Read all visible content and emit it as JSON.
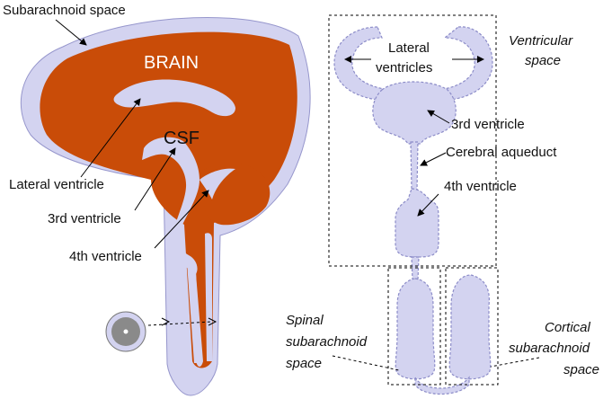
{
  "labels": {
    "subarachnoid_space": "Subarachnoid space",
    "brain": "BRAIN",
    "csf": "CSF",
    "lateral_ventricle": "Lateral ventricle",
    "third_ventricle_left": "3rd ventricle",
    "fourth_ventricle_left": "4th ventricle",
    "lateral_ventricles_line1": "Lateral",
    "lateral_ventricles_line2": "ventricles",
    "third_ventricle_right": "3rd ventricle",
    "cerebral_aqueduct": "Cerebral aqueduct",
    "fourth_ventricle_right": "4th ventricle",
    "ventricular_space_line1": "Ventricular",
    "ventricular_space_line2": "space",
    "spinal_line1": "Spinal",
    "spinal_line2": "subarachnoid",
    "spinal_line3": "space",
    "cortical_line1": "Cortical",
    "cortical_line2": "subarachnoid",
    "cortical_line3": "space"
  },
  "colors": {
    "csf": "#d3d3f0",
    "brain": "#c94c08",
    "outline": "#8c8cc8",
    "line": "#000000"
  }
}
